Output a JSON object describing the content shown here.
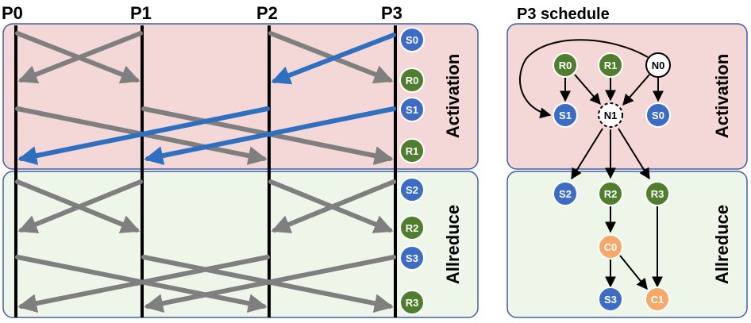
{
  "process_labels": [
    "P0",
    "P1",
    "P2",
    "P3"
  ],
  "schedule_title": "P3 schedule",
  "phases": {
    "activation": "Activation",
    "allreduce": "Allreduce"
  },
  "timeline_nodes": [
    {
      "label": "S0",
      "kind": "send"
    },
    {
      "label": "R0",
      "kind": "recv"
    },
    {
      "label": "S1",
      "kind": "send"
    },
    {
      "label": "R1",
      "kind": "recv"
    },
    {
      "label": "S2",
      "kind": "send"
    },
    {
      "label": "R2",
      "kind": "recv"
    },
    {
      "label": "S3",
      "kind": "send"
    },
    {
      "label": "R3",
      "kind": "recv"
    }
  ],
  "schedule_nodes": [
    {
      "label": "R0",
      "kind": "recv"
    },
    {
      "label": "R1",
      "kind": "recv"
    },
    {
      "label": "N0",
      "kind": "sync"
    },
    {
      "label": "S1",
      "kind": "send"
    },
    {
      "label": "N1",
      "kind": "sync-dashed"
    },
    {
      "label": "S0",
      "kind": "send"
    },
    {
      "label": "S2",
      "kind": "send"
    },
    {
      "label": "R2",
      "kind": "recv"
    },
    {
      "label": "R3",
      "kind": "recv"
    },
    {
      "label": "C0",
      "kind": "compute"
    },
    {
      "label": "S3",
      "kind": "send"
    },
    {
      "label": "C1",
      "kind": "compute"
    }
  ],
  "colors": {
    "send": "#3d6cc4",
    "recv": "#4f7f2e",
    "compute": "#f6a86a",
    "activation_bg": "#f4d7d7",
    "allreduce_bg": "#eef6ea",
    "panel_border": "#3f5ea5",
    "gray_arrow": "#7f7f7f",
    "blue_arrow": "#2f6fbf"
  }
}
